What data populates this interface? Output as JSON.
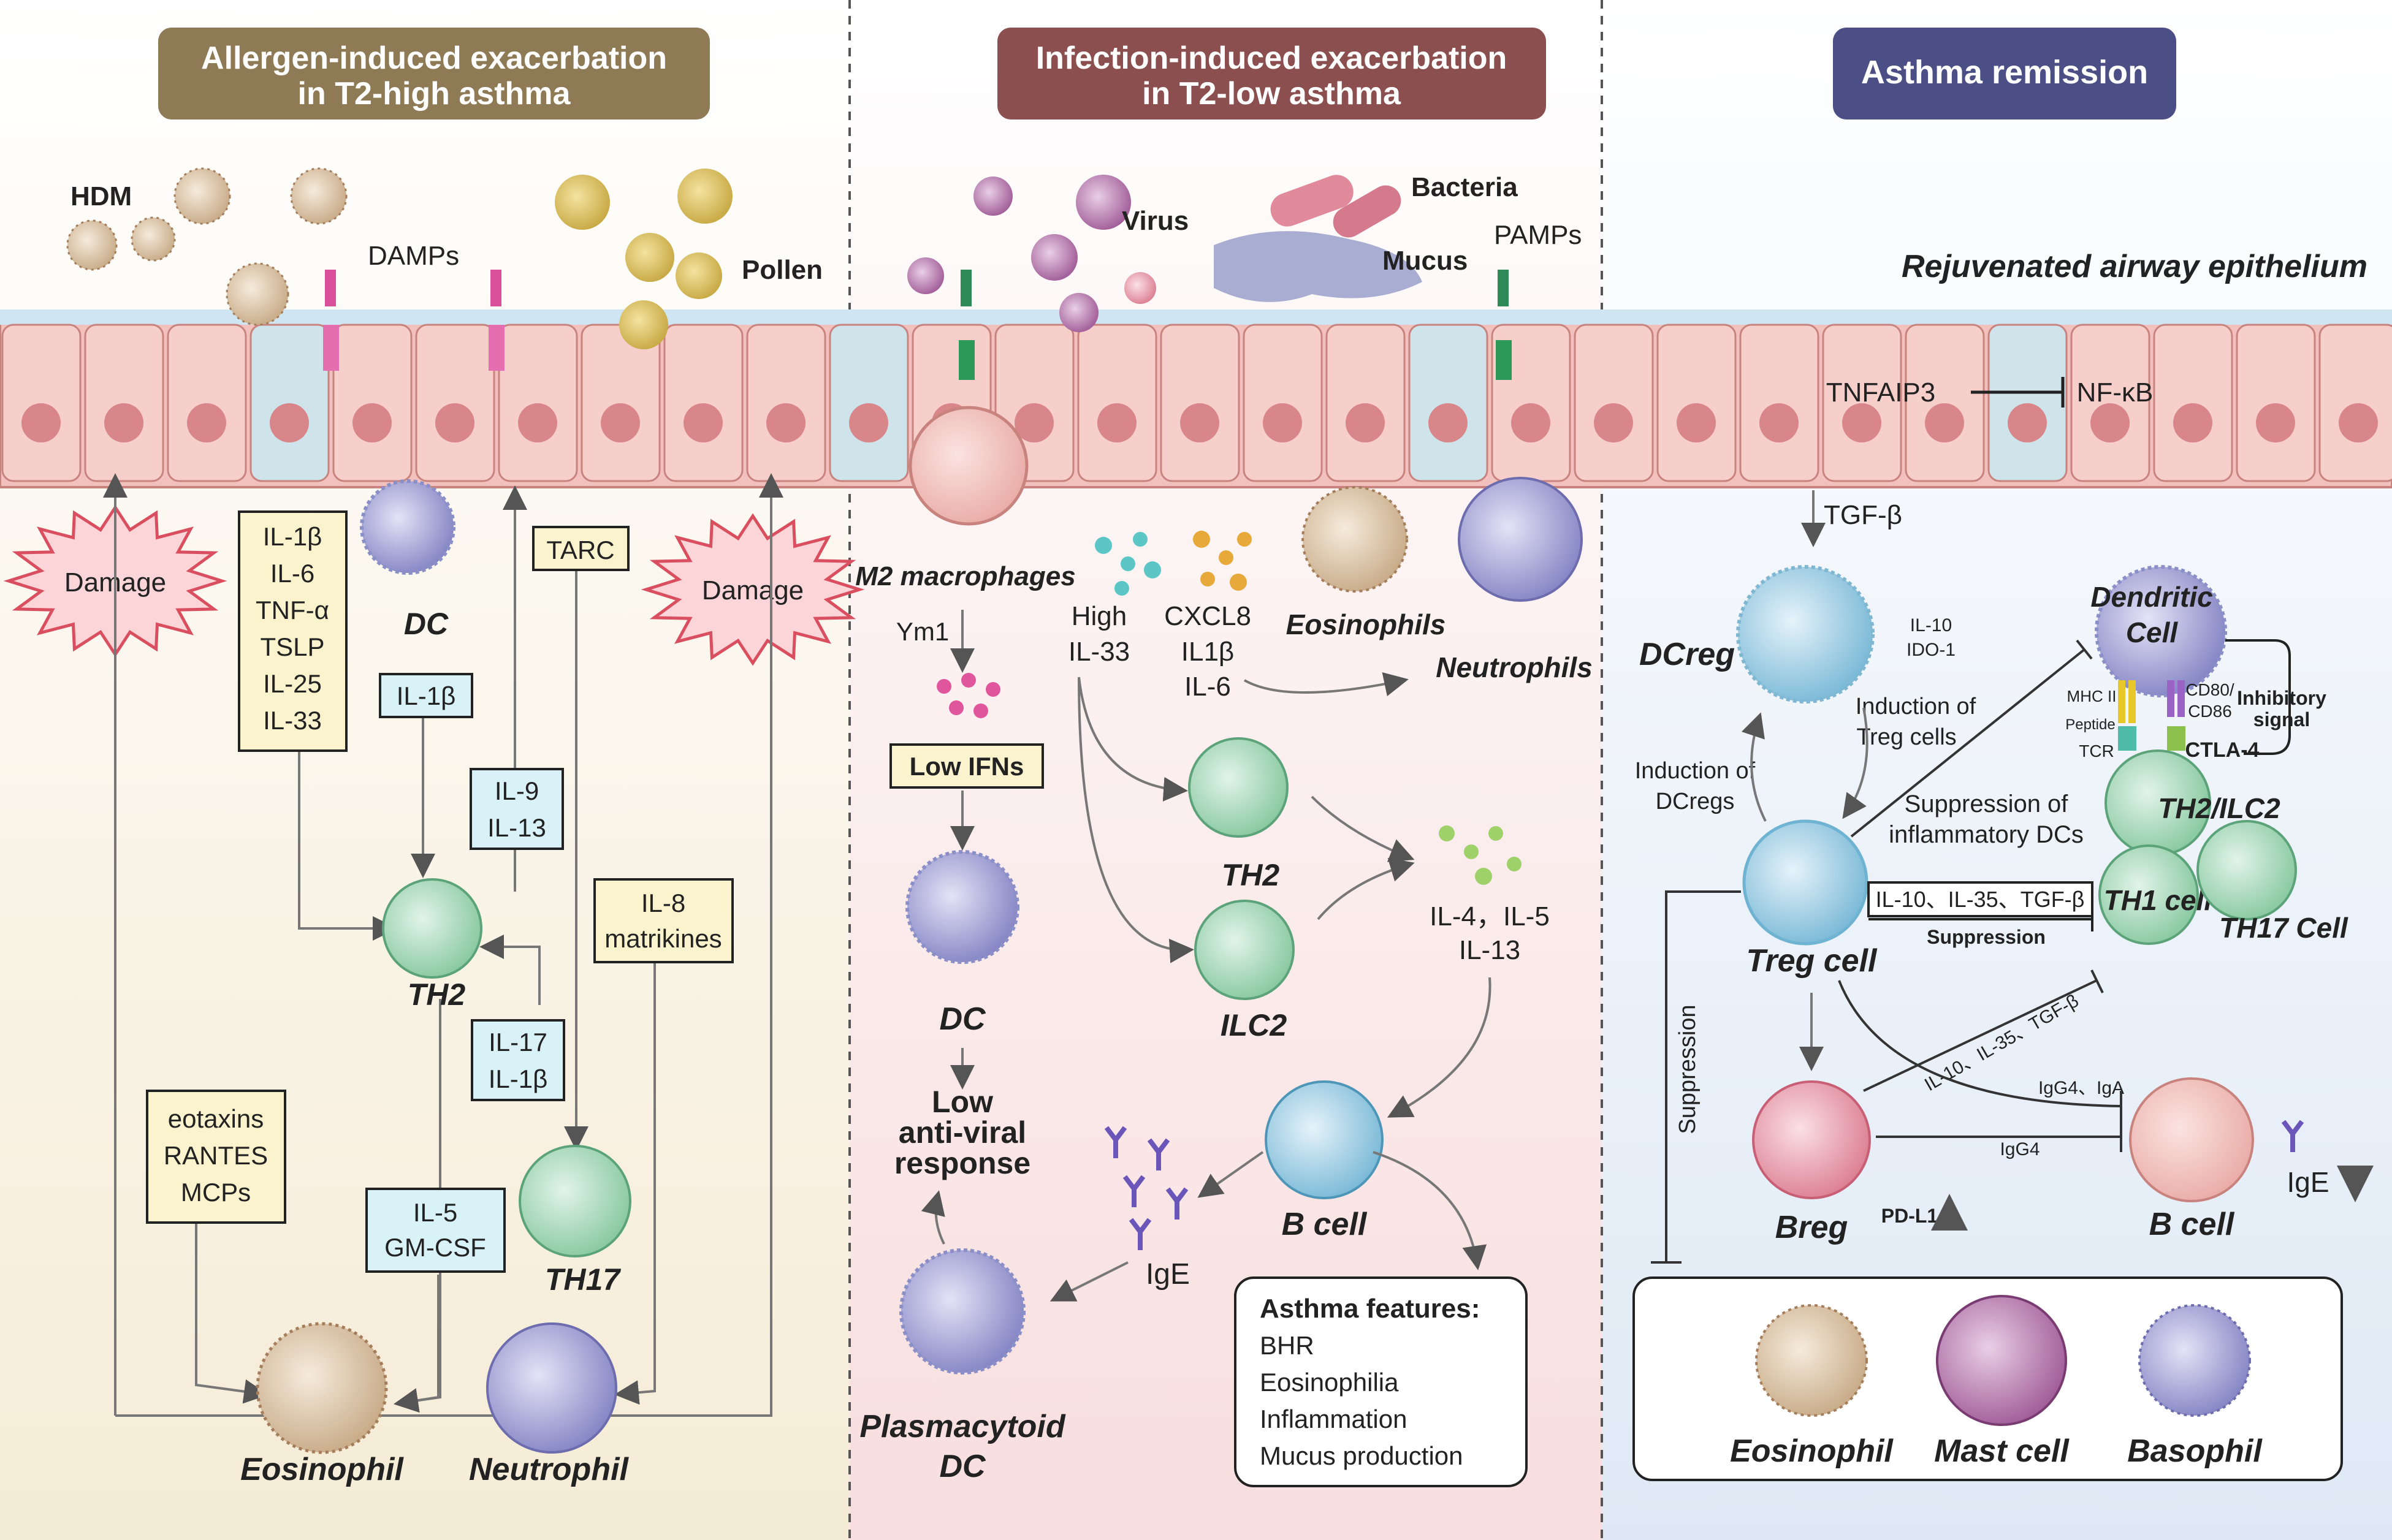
{
  "panels": {
    "allergen": {
      "title_line1": "Allergen-induced exacerbation",
      "title_line2": "in T2-high asthma",
      "color": "#8e7a55"
    },
    "infection": {
      "title_line1": "Infection-induced exacerbation",
      "title_line2": "in T2-low asthma",
      "color": "#8c4f4f"
    },
    "remission": {
      "title": "Asthma remission",
      "color": "#4b4f86"
    }
  },
  "panel1": {
    "hdm": "HDM",
    "damps": "DAMPs",
    "pollen": "Pollen",
    "damage": "Damage",
    "dc": "DC",
    "cytokine_box": [
      "IL-1β",
      "IL-6",
      "TNF-α",
      "TSLP",
      "IL-25",
      "IL-33"
    ],
    "tarc": "TARC",
    "il1b": "IL-1β",
    "il9_il13": [
      "IL-9",
      "IL-13"
    ],
    "il8_box": [
      "IL-8",
      "matrikines"
    ],
    "th2": "TH2",
    "il17_box": [
      "IL-17",
      "IL-1β"
    ],
    "eotaxins_box": [
      "eotaxins",
      "RANTES",
      "MCPs"
    ],
    "il5_box": [
      "IL-5",
      "GM-CSF"
    ],
    "th17": "TH17",
    "eosinophil": "Eosinophil",
    "neutrophil": "Neutrophil"
  },
  "panel2": {
    "virus": "Virus",
    "bacteria": "Bacteria",
    "mucus": "Mucus",
    "pamps": "PAMPs",
    "m2": "M2 macrophages",
    "ym1": "Ym1",
    "high_il33": [
      "High",
      "IL-33"
    ],
    "cxcl8": [
      "CXCL8",
      "IL1β",
      "IL-6"
    ],
    "eosinophils": "Eosinophils",
    "neutrophils": "Neutrophils",
    "low_ifns": "Low IFNs",
    "dc": "DC",
    "th2": "TH2",
    "ilc2": "ILC2",
    "il4": [
      "IL-4，IL-5",
      "IL-13"
    ],
    "low_antiviral": [
      "Low",
      "anti-viral",
      "response"
    ],
    "b_cell": "B cell",
    "ige": "IgE",
    "pdc": [
      "Plasmacytoid",
      "DC"
    ],
    "features_title": "Asthma features:",
    "features": [
      "BHR",
      "Eosinophilia",
      "Inflammation",
      "Mucus production"
    ]
  },
  "panel3": {
    "rejuvenated": "Rejuvenated airway epithelium",
    "tnfaip3": "TNFAIP3",
    "nfkb": "NF-κB",
    "tgfb": "TGF-β",
    "dcreg": "DCreg",
    "il10_ido": [
      "IL-10",
      "IDO-1"
    ],
    "dendritic": [
      "Dendritic",
      "Cell"
    ],
    "induction_treg": [
      "Induction of",
      "Treg cells"
    ],
    "induction_dcreg": [
      "Induction of",
      "DCregs"
    ],
    "mhc": "MHC II",
    "peptide": "Peptide",
    "tcr": "TCR",
    "cd80": [
      "CD80/",
      "CD86"
    ],
    "ctla4": "CTLA-4",
    "inhibitory": [
      "Inhibitory",
      "signal"
    ],
    "suppression_dc": [
      "Suppression of",
      "inflammatory DCs"
    ],
    "th2ilc2": "TH2/ILC2",
    "treg": "Treg cell",
    "il10_box": "IL-10、IL-35、TGF-β",
    "suppression": "Suppression",
    "th1": "TH1 cell",
    "th17": "TH17 Cell",
    "diag_il": "IL-10、IL-35、TGF-β",
    "igg4_iga": "IgG4、IgA",
    "igg4": "IgG4",
    "suppression_vertical": "Suppression",
    "breg": "Breg",
    "pdl1": "PD-L1",
    "b_cell": "B cell",
    "ige_down": "IgE",
    "eosinophil": "Eosinophil",
    "mast": "Mast cell",
    "basophil": "Basophil"
  }
}
